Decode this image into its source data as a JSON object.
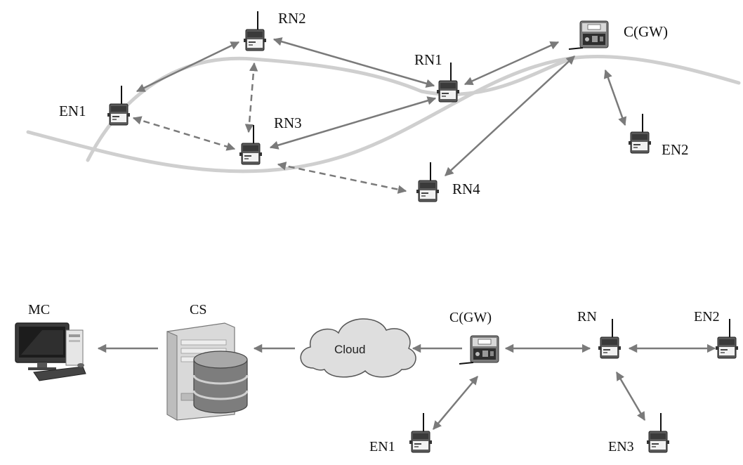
{
  "top_diagram": {
    "labels": {
      "rn2": "RN2",
      "cgw": "C(GW)",
      "rn1": "RN1",
      "en1": "EN1",
      "rn3": "RN3",
      "en2": "EN2",
      "rn4": "RN4"
    }
  },
  "bottom_diagram": {
    "labels": {
      "mc": "MC",
      "cs": "CS",
      "cloud": "Cloud",
      "cgw": "C(GW)",
      "rn": "RN",
      "en2": "EN2",
      "en1": "EN1",
      "en3": "EN3"
    }
  },
  "colors": {
    "river": "#cfcfcf",
    "arrow": "#7a7a7a",
    "device_body": "#4a4a4a",
    "text": "#111111"
  }
}
